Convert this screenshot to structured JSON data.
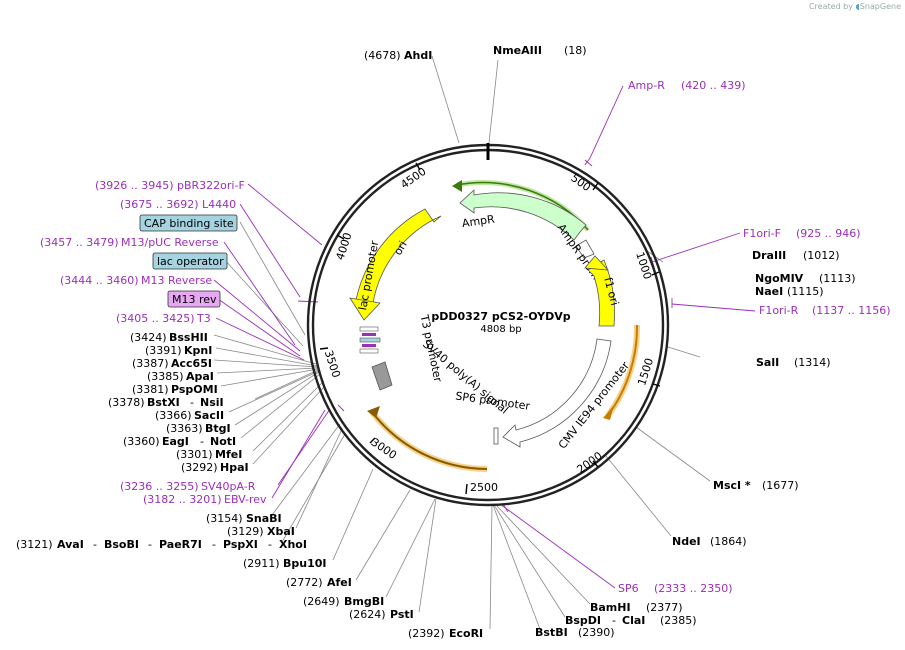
{
  "credit": {
    "prefix": "Created by",
    "brand": "SnapGene"
  },
  "map": {
    "name": "pDD0327 pCS2-OYDVp",
    "length": "4808 bp",
    "ticks": [
      "500",
      "1000",
      "1500",
      "2000",
      "2500",
      "3000",
      "3500",
      "4000",
      "4500"
    ]
  },
  "colors": {
    "primer": "#9a2fb8",
    "enzyme": "#000000",
    "ori": "#ffff00",
    "ampr": "#ccffcc",
    "promoter": "#ffffff",
    "misc_feature": "#f5a623",
    "cap_box": "#a5d3e0",
    "primer_box": "#e7a7f2"
  },
  "features": [
    {
      "label": "ori"
    },
    {
      "label": "AmpR"
    },
    {
      "label": "AmpR promoter"
    },
    {
      "label": "f1 ori"
    },
    {
      "label": "CMV IE94 promoter"
    },
    {
      "label": "SP6 promoter"
    },
    {
      "label": "SV40 poly(A) signal"
    },
    {
      "label": "T3 promoter"
    },
    {
      "label": "lac promoter"
    }
  ],
  "primers_right": [
    {
      "label": "Amp-R",
      "range": "(420 .. 439)"
    },
    {
      "label": "F1ori-F",
      "range": "(925 .. 946)"
    },
    {
      "label": "F1ori-R",
      "range": "(1137 .. 1156)"
    },
    {
      "label": "SP6",
      "range": "(2333 .. 2350)"
    }
  ],
  "enzymes_top": [
    {
      "pos": "(4678)",
      "name": "AhdI"
    },
    {
      "name": "NmeAIII",
      "pos": "(18)"
    }
  ],
  "enzymes_right": [
    {
      "name": "DraIII",
      "pos": "(1012)"
    },
    {
      "name": "NgoMIV",
      "pos": "(1113)"
    },
    {
      "name": "NaeI",
      "pos": "(1115)"
    },
    {
      "name": "SalI",
      "pos": "(1314)"
    },
    {
      "name": "MscI *",
      "pos": "(1677)"
    },
    {
      "name": "NdeI",
      "pos": "(1864)"
    },
    {
      "name": "BamHI",
      "pos": "(2377)"
    },
    {
      "name": "BspDI",
      "sep": "-",
      "name2": "ClaI",
      "pos": "(2385)"
    },
    {
      "name": "BstBI",
      "pos": "(2390)"
    }
  ],
  "left_top": {
    "pbr": {
      "range": "(3926 .. 3945)",
      "label": "pBR322ori-F"
    },
    "l4440": {
      "range": "(3675 .. 3692)",
      "label": "L4440"
    },
    "cap": {
      "label": "CAP binding site"
    },
    "m13puc": {
      "range": "(3457 .. 3479)",
      "label": "M13/pUC Reverse"
    },
    "lacop": {
      "label": "lac operator"
    },
    "m13r": {
      "range": "(3444 .. 3460)",
      "label": "M13 Reverse"
    },
    "m13rev": {
      "label": "M13 rev"
    },
    "t3": {
      "range": "(3405 .. 3425)",
      "label": "T3"
    }
  },
  "enzymes_left": [
    {
      "pos": "(3424)",
      "name": "BssHII"
    },
    {
      "pos": "(3391)",
      "name": "KpnI"
    },
    {
      "pos": "(3387)",
      "name": "Acc65I"
    },
    {
      "pos": "(3385)",
      "name": "ApaI"
    },
    {
      "pos": "(3381)",
      "name": "PspOMI"
    },
    {
      "pos": "(3378)",
      "name": "BstXI",
      "sep": "-",
      "name2": "NsiI"
    },
    {
      "pos": "(3366)",
      "name": "SacII"
    },
    {
      "pos": "(3363)",
      "name": "BtgI"
    },
    {
      "pos": "(3360)",
      "name": "EagI",
      "sep": "-",
      "name2": "NotI"
    },
    {
      "pos": "(3301)",
      "name": "MfeI"
    },
    {
      "pos": "(3292)",
      "name": "HpaI"
    }
  ],
  "primers_left_bottom": [
    {
      "range": "(3236 .. 3255)",
      "label": "SV40pA-R"
    },
    {
      "range": "(3182 .. 3201)",
      "label": "EBV-rev"
    }
  ],
  "enzymes_bottom_left": [
    {
      "pos": "(3154)",
      "name": "SnaBI"
    },
    {
      "pos": "(3129)",
      "name": "XbaI"
    },
    {
      "pos": "(3121)",
      "line": [
        "AvaI",
        "BsoBI",
        "PaeR7I",
        "PspXI",
        "XhoI"
      ]
    },
    {
      "pos": "(2911)",
      "name": "Bpu10I"
    },
    {
      "pos": "(2772)",
      "name": "AfeI"
    },
    {
      "pos": "(2649)",
      "name": "BmgBI"
    },
    {
      "pos": "(2624)",
      "name": "PstI"
    },
    {
      "pos": "(2392)",
      "name": "EcoRI"
    }
  ]
}
